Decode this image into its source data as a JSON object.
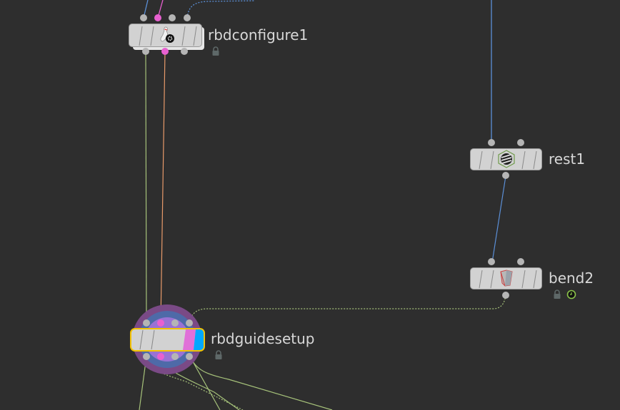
{
  "canvas": {
    "background": "#2e2e2e"
  },
  "nodes": [
    {
      "id": "rbdconfigure1",
      "label": "rbdconfigure1",
      "icon": "bowling-pin-gear-icon",
      "locked": true
    },
    {
      "id": "rest1",
      "label": "rest1",
      "icon": "striped-sphere-icon",
      "locked": false
    },
    {
      "id": "bend2",
      "label": "bend2",
      "icon": "bend-shape-icon",
      "locked": true,
      "time_dependent": true
    },
    {
      "id": "rbdguidesetup",
      "label": "rbdguidesetup",
      "icon": "none",
      "locked": true,
      "selected": true,
      "flags": {
        "display": "#00a8ff",
        "template": "#e070d8"
      }
    }
  ],
  "colors": {
    "wire_blue": "#5b8fd6",
    "wire_pink": "#e860d0",
    "wire_green": "#a6c27a",
    "wire_orange": "#e89a6a",
    "selection_outline": "#f2c200"
  }
}
